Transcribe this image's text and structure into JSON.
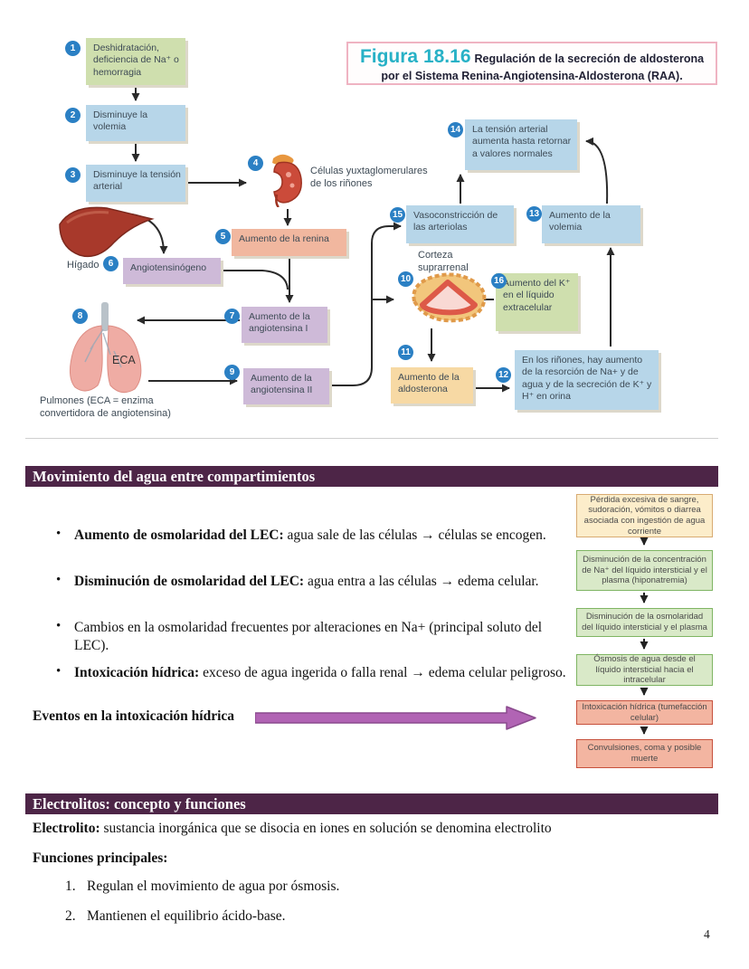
{
  "meta": {
    "page_number": "4",
    "colors": {
      "section_header_bg": "#4d2547",
      "figure_title_teal": "#27b1c6",
      "events_arrow_magenta": "#b164b4",
      "numbered_circle_blue": "#2b80c4"
    }
  },
  "figure": {
    "title": {
      "label": "Figura 18.16",
      "text": "Regulación de la secreción de aldosterona por el Sistema Renina-Angiotensina-Aldosterona (RAA)."
    },
    "box1": {
      "num": "1",
      "text": "Deshidratación, deficiencia de Na⁺ o hemorragia"
    },
    "box2": {
      "num": "2",
      "text": "Disminuye la volemia"
    },
    "box3": {
      "num": "3",
      "text": "Disminuye la tensión arterial"
    },
    "box4": {
      "num": "4"
    },
    "box5": {
      "num": "5",
      "text": "Aumento de la renina"
    },
    "box6": {
      "num": "6",
      "text": "Angiotensinógeno"
    },
    "box7": {
      "num": "7",
      "text": "Aumento de la angiotensina I"
    },
    "box8": {
      "num": "8"
    },
    "box9": {
      "num": "9",
      "text": "Aumento de la angiotensina II"
    },
    "box10": {
      "num": "10"
    },
    "box11": {
      "num": "11",
      "text": "Aumento de la aldosterona"
    },
    "box12": {
      "num": "12",
      "text": "En los riñones, hay aumento de la resorción de Na+ y de agua y de la secreción de K⁺ y H⁺ en orina"
    },
    "box13": {
      "num": "13",
      "text": "Aumento de la volemia"
    },
    "box14": {
      "num": "14",
      "text": "La tensión arterial aumenta hasta retornar a valores normales"
    },
    "box15": {
      "num": "15",
      "text": "Vasoconstricción de las arteriolas"
    },
    "box16": {
      "num": "16",
      "text": "Aumento del K⁺ en el líquido extracelular"
    },
    "labels": {
      "kidney": "Células yuxtaglomerulares de los riñones",
      "higado": "Hígado",
      "eca": "ECA",
      "pulmones": "Pulmones (ECA = enzima convertidora de angiotensina)",
      "corteza": "Corteza suprarrenal"
    }
  },
  "section1": {
    "title": "Movimiento del agua entre compartimientos",
    "bullets": [
      {
        "bold": "Aumento de osmolaridad del LEC:",
        "rest": " agua sale de las células → células se encogen."
      },
      {
        "bold": "Disminución de osmolaridad del LEC:",
        "rest": " agua entra a las células → edema celular."
      },
      {
        "bold": "",
        "rest": "Cambios en la osmolaridad frecuentes por alteraciones en Na+ (principal soluto del LEC)."
      },
      {
        "bold": "Intoxicación hídrica:",
        "rest": " exceso de agua ingerida o falla renal → edema celular peligroso."
      }
    ],
    "events_label": "Eventos en la intoxicación hídrica"
  },
  "sidechart": {
    "steps": [
      "Pérdida excesiva de sangre, sudoración, vómitos o diarrea asociada con ingestión de agua corriente",
      "Disminución de la concentración de Na⁺ del líquido intersticial y el plasma (hiponatremia)",
      "Disminución de la osmolaridad del líquido intersticial y el plasma",
      "Ósmosis de agua desde el líquido intersticial hacia el intracelular",
      "Intoxicación hídrica (tumefacción celular)",
      "Convulsiones, coma y posible muerte"
    ]
  },
  "section2": {
    "title": "Electrolitos: concepto y funciones",
    "p1_bold": "Electrolito:",
    "p1_rest": " sustancia inorgánica que se disocia en iones en solución se denomina electrolito",
    "p2_bold": "Funciones principales:",
    "items": [
      {
        "n": "1.",
        "text": "Regulan el movimiento de agua por ósmosis."
      },
      {
        "n": "2.",
        "text": "Mantienen el equilibrio ácido-base."
      }
    ]
  }
}
